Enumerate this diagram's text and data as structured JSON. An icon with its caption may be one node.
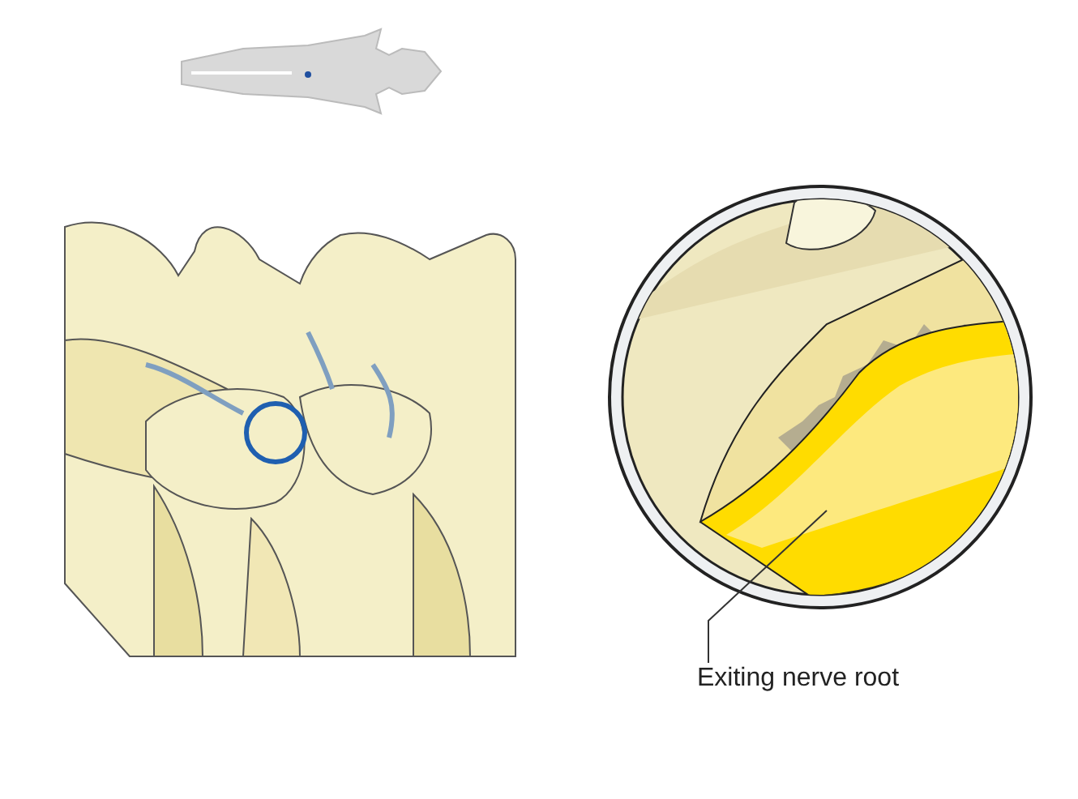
{
  "diagram": {
    "nodes": [
      {
        "text": [
          "Exiting nerve root"
        ]
      },
      {
        "text": [],
        "shape": "picture"
      }
    ],
    "edges": [
      {
        "from": 0,
        "to": 1,
        "arrow": "none"
      }
    ]
  }
}
